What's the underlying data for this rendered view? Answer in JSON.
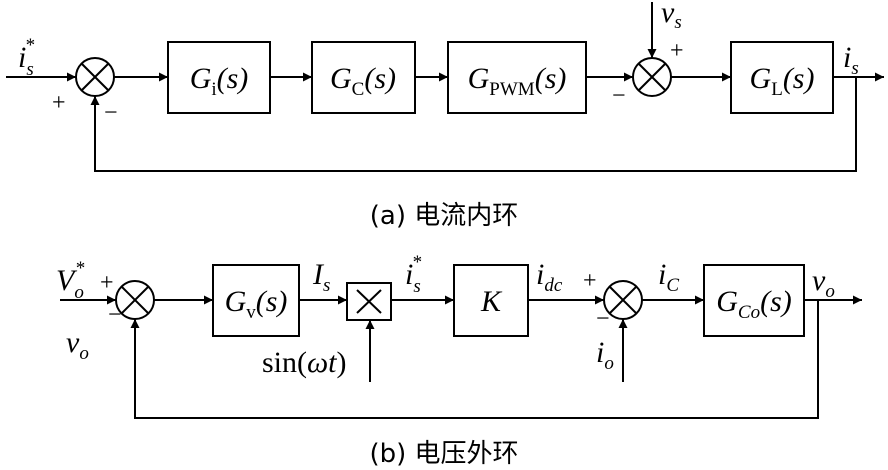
{
  "diagram_a": {
    "caption": "(a)  电流内环",
    "input": {
      "main": "i",
      "sub": "s",
      "sup": "*"
    },
    "output": {
      "main": "i",
      "sub": "s"
    },
    "disturbance": {
      "main": "v",
      "sub": "s"
    },
    "blocks": [
      {
        "main": "G",
        "sub": "i",
        "arg": "(s)"
      },
      {
        "main": "G",
        "sub": "C",
        "arg": "(s)"
      },
      {
        "main": "G",
        "sub": "PWM",
        "arg": "(s)"
      },
      {
        "main": "G",
        "sub": "L",
        "arg": "(s)"
      }
    ],
    "signs": {
      "plus": "+",
      "minus": "−"
    }
  },
  "diagram_b": {
    "caption": "(b)  电压外环",
    "input": {
      "main": "V",
      "sub": "o",
      "sup": "*"
    },
    "feedback": {
      "main": "v",
      "sub": "o"
    },
    "output": {
      "main": "v",
      "sub": "o"
    },
    "blocks": [
      {
        "main": "G",
        "sub": "v",
        "arg": "(s)"
      },
      {
        "main": "K"
      },
      {
        "main": "G",
        "sub": "Co",
        "arg": "(s)"
      }
    ],
    "multiplier": "×",
    "sine": "sin(ωt)",
    "signals": {
      "Is": {
        "main": "I",
        "sub": "s"
      },
      "is_star": {
        "main": "i",
        "sub": "s",
        "sup": "*"
      },
      "idc": {
        "main": "i",
        "sub": "dc"
      },
      "iC": {
        "main": "i",
        "sub": "C"
      },
      "io": {
        "main": "i",
        "sub": "o"
      }
    },
    "signs": {
      "plus": "+",
      "minus": "−"
    }
  }
}
